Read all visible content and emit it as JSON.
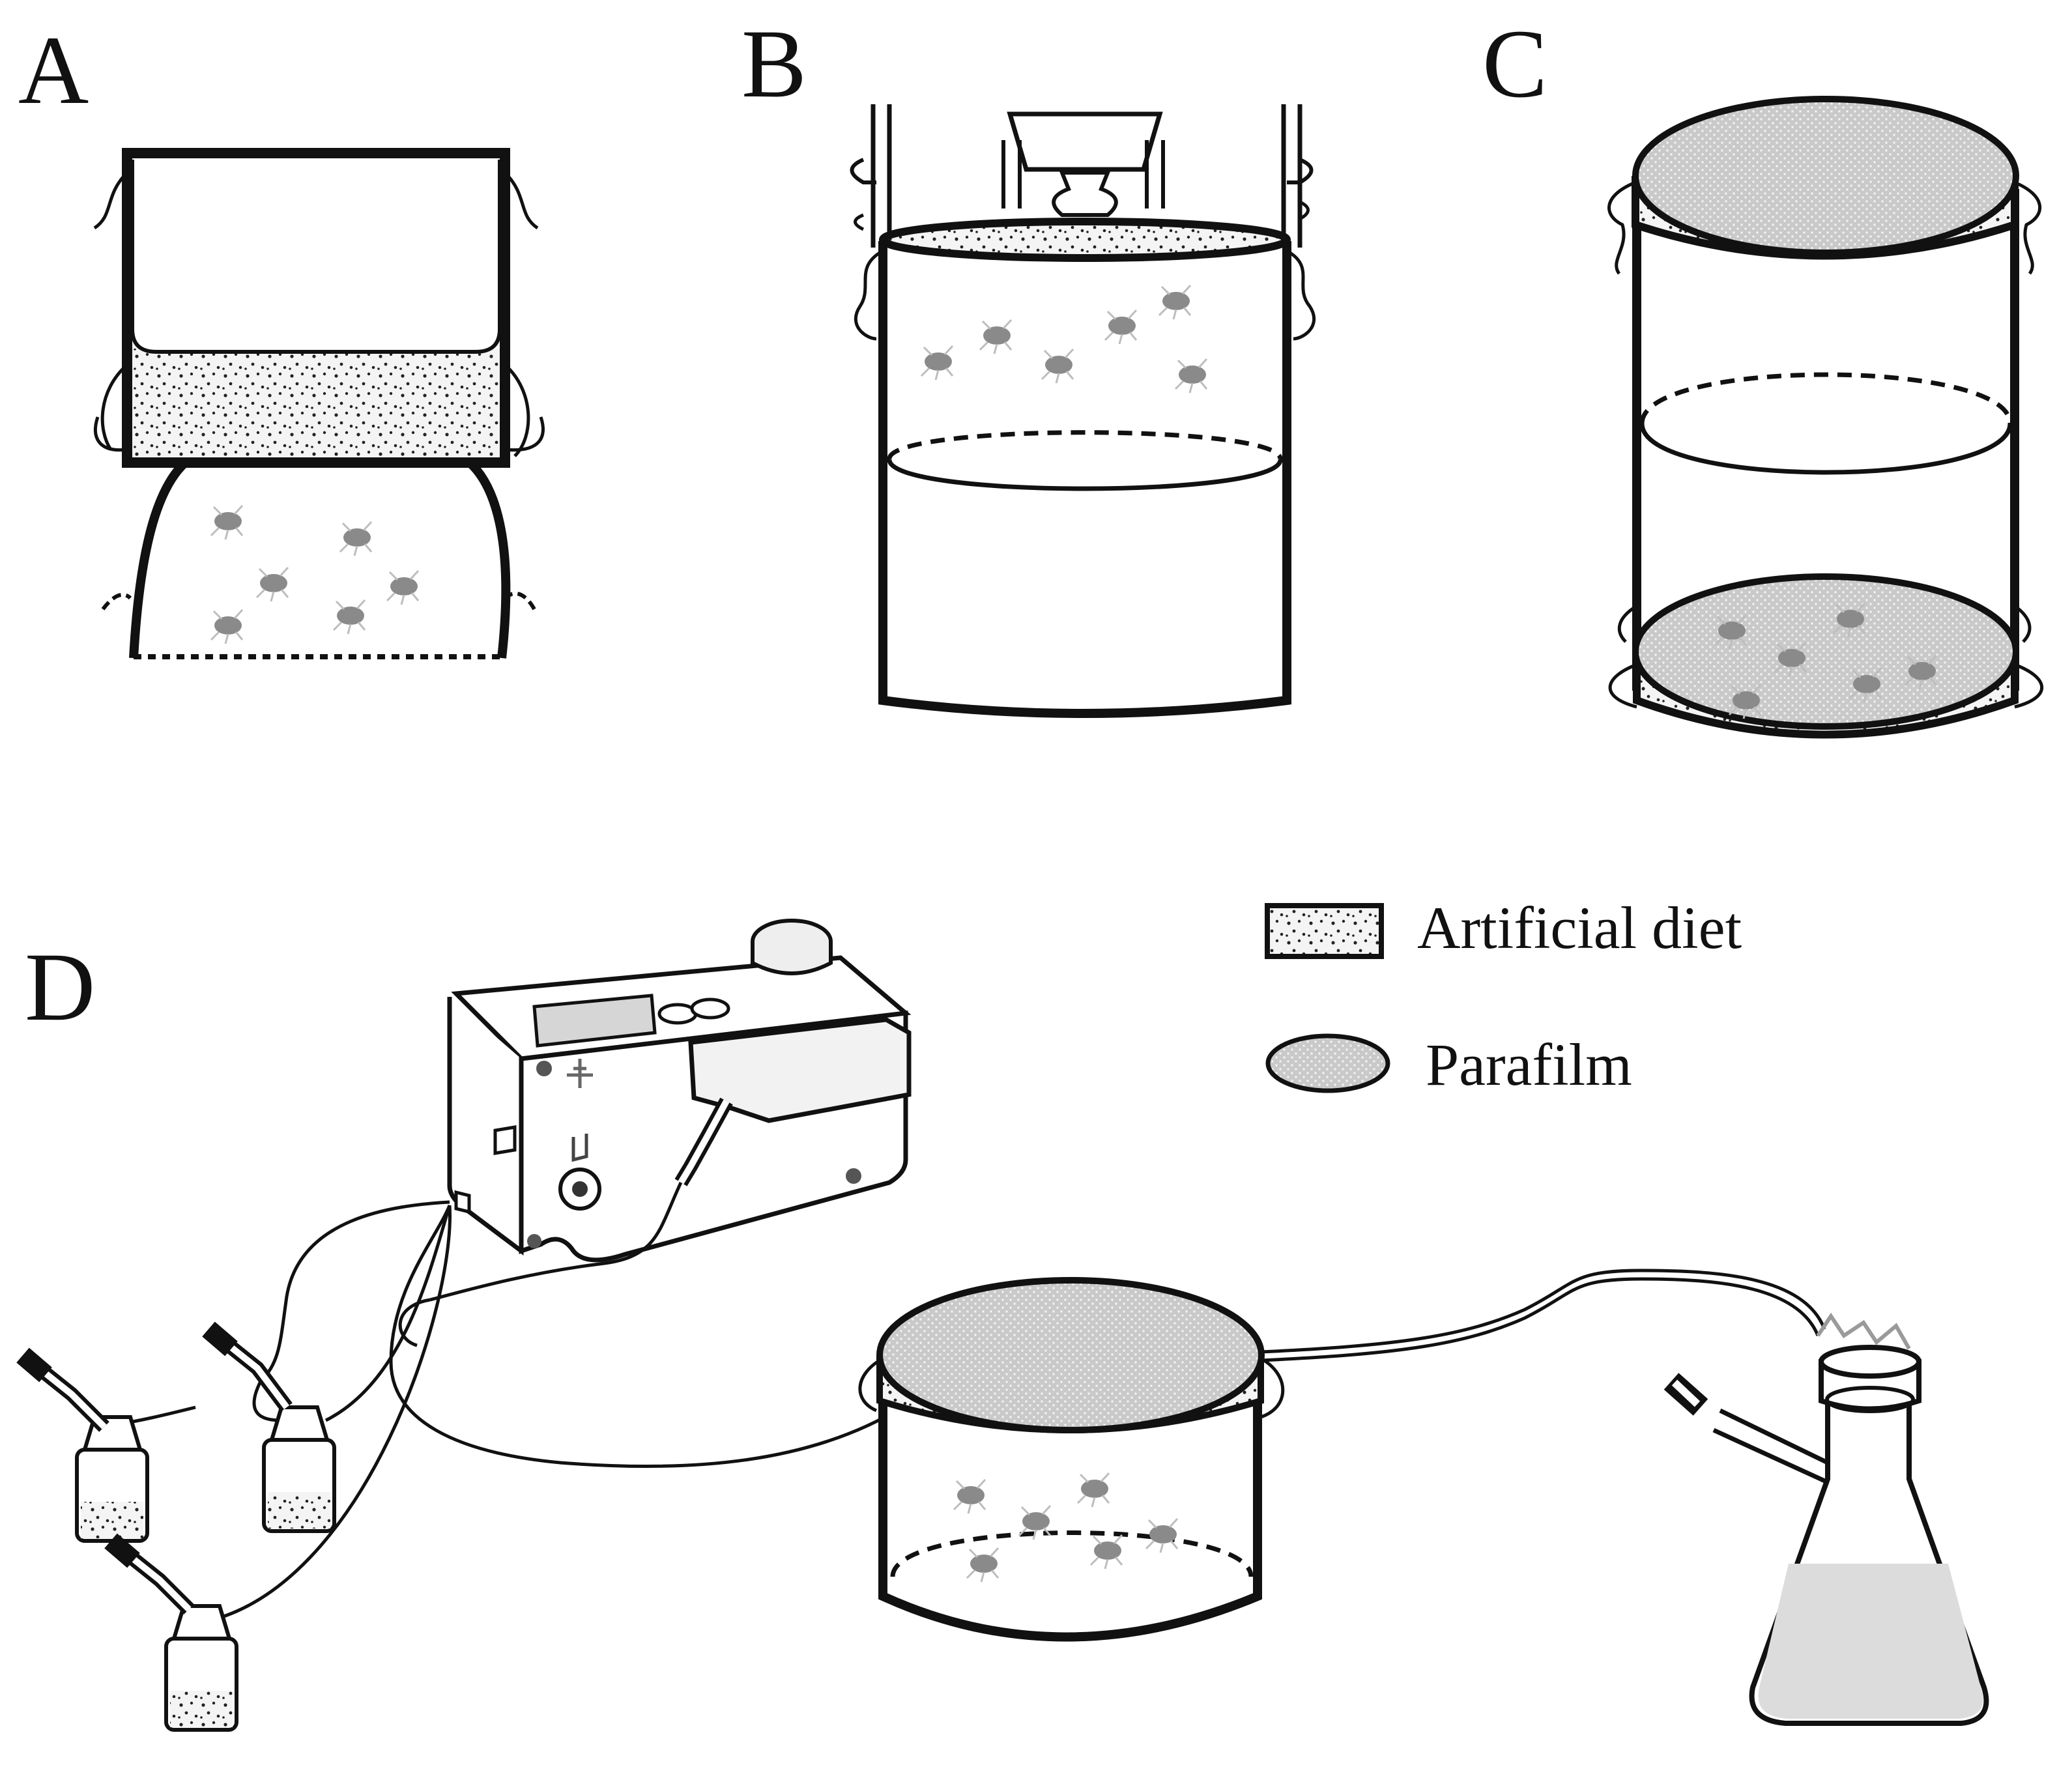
{
  "panels": [
    {
      "letter": "A"
    },
    {
      "letter": "B"
    },
    {
      "letter": "C"
    },
    {
      "letter": "D"
    }
  ],
  "legend": {
    "diet_label": "Artificial diet",
    "film_label": "Parafilm"
  },
  "colors": {
    "stroke": "#111111",
    "diet_fill": "#f2f2f2",
    "film_fill": "#cfcfcf",
    "insect": "#8a8a8a",
    "liquid": "#dcdcdc"
  }
}
